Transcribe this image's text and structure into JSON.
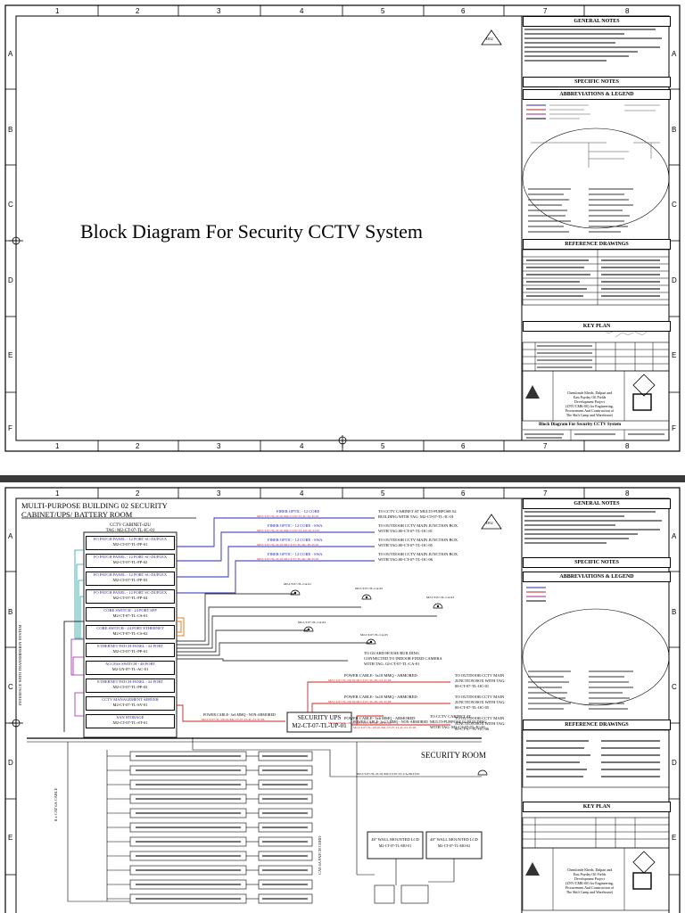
{
  "grid": {
    "columns": [
      "1",
      "2",
      "3",
      "4",
      "5",
      "6",
      "7",
      "8"
    ],
    "rows_top": [
      "A",
      "B",
      "C",
      "D",
      "E",
      "F"
    ],
    "rows_bottom": [
      "A",
      "B",
      "C",
      "D",
      "E"
    ]
  },
  "sheet1": {
    "title": "Block Diagram For Security CCTV System",
    "revision_triangle": "D02",
    "title_block_title": "Block Diagram For Security CCTV System"
  },
  "title_block": {
    "general_notes": "GENERAL NOTES",
    "specific_notes": "SPECIFIC NOTES",
    "abbreviations": "ABBREVIATIONS & LEGEND",
    "reference_drawings": "REFERENCE DRAWINGS",
    "key_plan": "KEY PLAN",
    "project_lines": [
      "Chemlonde Kheds, Dalpari and",
      "East Payday Oil Fields",
      "Development Project",
      "(ZNV/CMK-00) for Engineering,",
      "Procurement And Construction of",
      "The Shift Camp and Warehouse)"
    ]
  },
  "sheet2": {
    "heading_1": "MULTI-PURPOSE BUILDING 02 SECURITY",
    "heading_2": "CABINET/UPS/ BATTERY ROOM",
    "cabinet_title": "CCTV CABINET-42U",
    "cabinet_tag": "TAG: M2-CT-07-TL-IC-01",
    "revision_triangle": "D02",
    "rack_items": [
      {
        "name": "FO PATCH PANEL - 12 PORT SC-DUPLEX",
        "tag": "M2-CT-07-TL-FP-01",
        "color": "#2222aa"
      },
      {
        "name": "FO PATCH PANEL - 12 PORT SC-DUPLEX",
        "tag": "M2-CT-07-TL-FP-02",
        "color": "#2222aa"
      },
      {
        "name": "FO PATCH PANEL - 12 PORT SC-DUPLEX",
        "tag": "M2-CT-07-TL-FP-03",
        "color": "#2222aa"
      },
      {
        "name": "FO PATCH PANEL - 12 PORT SC-DUPLEX",
        "tag": "M2-CT-07-TL-FP-04",
        "color": "#2222aa"
      },
      {
        "name": "CORE SWITCH - 24 PORT SFP",
        "tag": "M2-CT-07-TL-CS-01",
        "color": "#2222aa"
      },
      {
        "name": "CORE SWITCH - 24 PORT ETHERNET",
        "tag": "M2-CT-07-TL-CS-02",
        "color": "#2222aa"
      },
      {
        "name": "ETHERNET PATCH PANEL - 24 PORT",
        "tag": "M2-CT-07-TL-PP-01",
        "color": "#2222aa"
      },
      {
        "name": "ACCESS SWITCH - 48 PORT",
        "tag": "M2-LN-07-TL-AC-01",
        "color": "#2222aa"
      },
      {
        "name": "ETHERNET PATCH PANEL - 24 PORT",
        "tag": "M2-CT-07-TL-PP-02",
        "color": "#2222aa"
      },
      {
        "name": "CCTV MANAGEMENT SERVER",
        "tag": "M2-CT-07-TL-SV-01",
        "color": "#2222aa"
      },
      {
        "name": "SAN STORAGE",
        "tag": "M2-CT-07-TL-ST-01",
        "color": "#2222aa"
      }
    ],
    "fiber_links": [
      {
        "cable": "FIBER OPTIC - 12 CORE",
        "tag": "M2-CT-07-TL-IC-01/M2-CT-07-TL-IC-01-TC01",
        "dest_1": "TO CCTV CABINET AT MULTI-PURPOSE 02",
        "dest_2": "BUILDING WITH TAG: M2-CT-07-TL-IC-01"
      },
      {
        "cable": "FIBER OPTIC - 12 CORE - SWA",
        "tag": "M2-CT-07-TL-IC-01/M2-CT-07-TL-OC-01-TC01",
        "dest_1": "TO OUTDOOR CCTV MAIN JUNCTION BOX",
        "dest_2": "WITH TAG:00-CT-07-TL-OC-01"
      },
      {
        "cable": "FIBER OPTIC - 12 CORE - SWA",
        "tag": "M2-CT-07-TL-IC-01/00-CT-07-TL-OC-05-TC01",
        "dest_1": "TO OUTDOOR CCTV MAIN JUNCTION BOX",
        "dest_2": "WITH TAG:00-CT-07-TL-OC-05"
      },
      {
        "cable": "FIBER OPTIC - 12 CORE - SWA",
        "tag": "M2-CT-07-TL-IC-01/00-CT-07-TL-OC-06-TC01",
        "dest_1": "TO OUTDOOR CCTV MAIN JUNCTION BOX",
        "dest_2": "WITH TAG:00-CT-07-TL-OC-06"
      }
    ],
    "cameras": [
      "M2-CT-07-TL-CA-01",
      "M2-CT-07-TL-CA-02",
      "M2-CT-07-TL-CA-03",
      "M2-CT-07-TL-CA-04",
      "M2-CT-07-TL-CA-05"
    ],
    "guard_house_1": "TO GUARD HOUSE BUILDING",
    "guard_house_2": "CONNECTED TO INDOOR FIXED CAMERA",
    "guard_house_3": "WITH TAG: GI-CT-07-TL-CA-01",
    "power_links": [
      {
        "cable": "POWER CABLE- 3x10 MMQ - ARMORED",
        "tag": "M2-CT-07-TL-UP-01/00-CT-07-TL-OC-01-TC06",
        "dest_1": "TO OUTDOOR CCTV MAIN",
        "dest_2": "JUNCTION BOX WITH TAG:",
        "dest_3": "00-CT-07-TL-OC-01"
      },
      {
        "cable": "POWER CABLE- 3x10 MMQ - ARMORED",
        "tag": "M2-CT-07-TL-UP-01/00-CT-07-TL-OC-05-TC06",
        "dest_1": "TO OUTDOOR CCTV MAIN",
        "dest_2": "JUNCTION BOX WITH TAG:",
        "dest_3": "00-CT-07-TL-OC-05"
      },
      {
        "cable": "POWER CABLE- 3x6 MMQ - ARMORED",
        "tag": "M2-CT-07-TL-UP-01/00-CT-07-TL-OC-06-TC06",
        "dest_1": "TO OUTDOOR CCTV MAIN",
        "dest_2": "JUNCTION BOX WITH TAG:",
        "dest_3": "00-CT-07-TL-OC-06"
      }
    ],
    "ups_title": "SECURITY UPS",
    "ups_tag": "M2-CT-07-TL-UP-01",
    "ups_in_cable": "POWER CABLE- 3x6 MMQ - NON-ARMORED",
    "ups_in_tag": "M2-CT-07-TL-UP-01/M2-CT-07-TL-IC-01-TC06",
    "ups_out_cable": "POWER CABLE- 3x2.5 MMQ - NON-ARMORED",
    "ups_out_tag": "M2-CT-07-TL-UP-01/M2-CT-07-TL-IC-01-TC06",
    "ups_out_dest_1": "TO CCTV CABINET AT",
    "ups_out_dest_2": "MULTI-PURPOSE 02 BUILDING",
    "ups_out_dest_3": "WITH TAG: M2-CT-07-TL-IC-01",
    "side_label": "INTERFACE WITH TRANSMISSION SYSTEM",
    "cat6_label": "8 x CAT 6A CABLE",
    "cat6_label_2": "CAT 6A PATCH CORD",
    "security_room": "SECURITY ROOM",
    "room_cable_tag": "M2-CT-07-TL-IC-01/M2-CT-07-TL-CA-06-TC01",
    "monitors": [
      {
        "name": "48\" WALL MOUNTED LCD",
        "tag": "M2-CT-07-TL-MO-01"
      },
      {
        "name": "48\" WALL MOUNTED LCD",
        "tag": "M2-CT-07-TL-MO-02"
      }
    ]
  }
}
